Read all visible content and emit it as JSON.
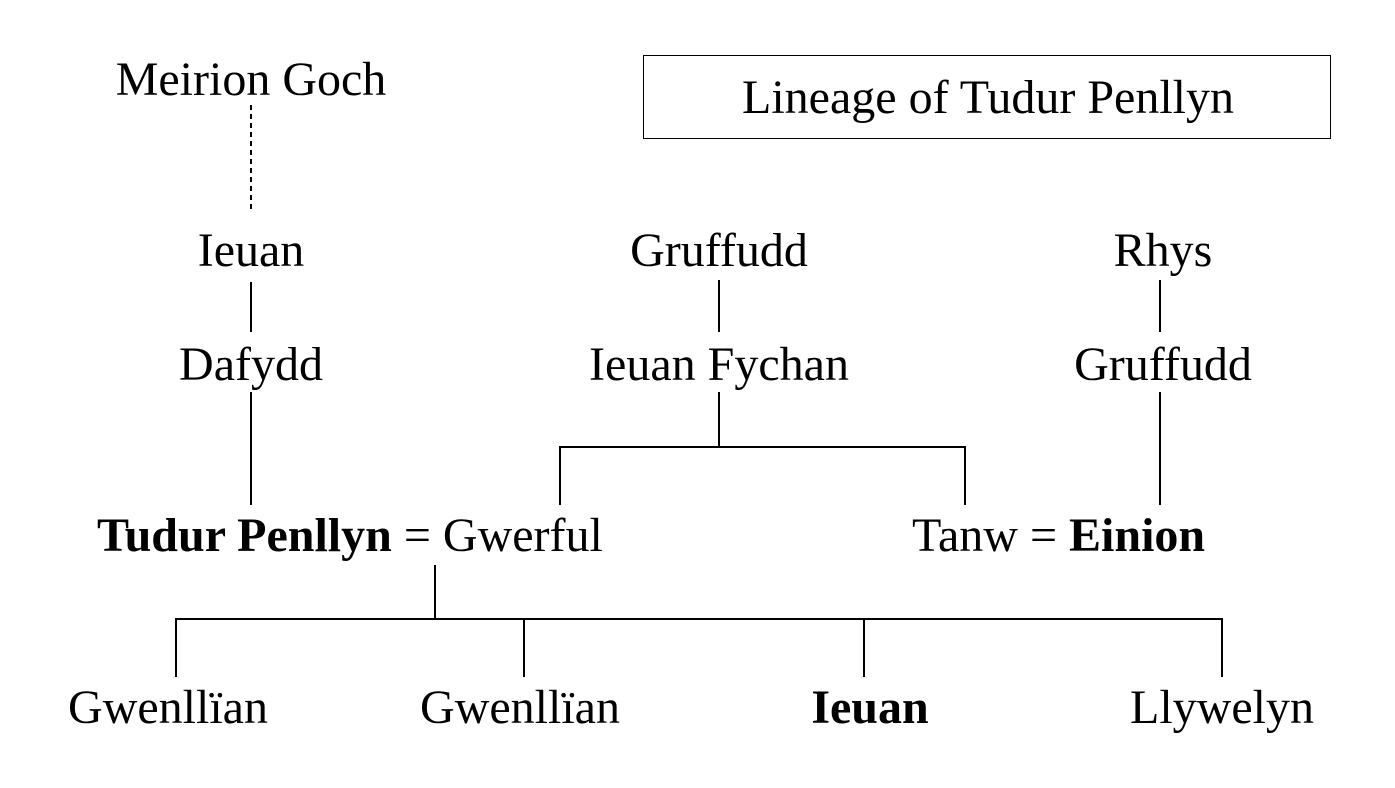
{
  "title": "Lineage of Tudur Penllyn",
  "people": {
    "meirion_goch": "Meirion Goch",
    "ieuan_1": "Ieuan",
    "dafydd": "Dafydd",
    "gruffudd_1": "Gruffudd",
    "ieuan_fychan": "Ieuan Fychan",
    "rhys": "Rhys",
    "gruffudd_2": "Gruffudd",
    "tudur_penllyn": "Tudur Penllyn",
    "gwerful": "Gwerful",
    "tanw": "Tanw",
    "einion": "Einion",
    "gwenllian_1": "Gwenllïan",
    "gwenllian_2": "Gwenllïan",
    "ieuan_2": "Ieuan",
    "llywelyn": "Llywelyn"
  },
  "marriage_symbol": "="
}
